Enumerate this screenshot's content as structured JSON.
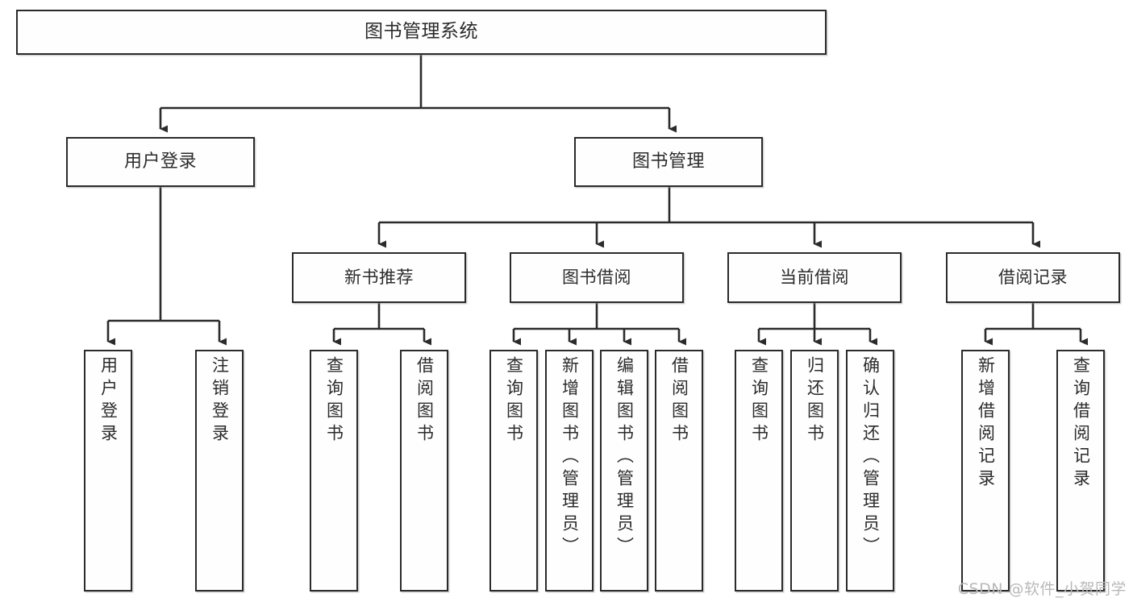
{
  "diagram": {
    "type": "tree-hierarchy",
    "title": "图书管理系统",
    "orientation": "top-down",
    "colors": {
      "box_border": "#2b2b2b",
      "box_fill": "#fefefe",
      "edge": "#2b2b2b",
      "text": "#2b2b2b",
      "watermark": "#b9b9b9"
    },
    "root": {
      "label": "图书管理系统"
    },
    "level2": [
      {
        "label": "用户登录"
      },
      {
        "label": "图书管理"
      }
    ],
    "level3": [
      {
        "label": "新书推荐"
      },
      {
        "label": "图书借阅"
      },
      {
        "label": "当前借阅"
      },
      {
        "label": "借阅记录"
      }
    ],
    "leaves": {
      "user_login": [
        {
          "label": "用户登录"
        },
        {
          "label": "注销登录"
        }
      ],
      "new_book_recommend": [
        {
          "label": "查询图书"
        },
        {
          "label": "借阅图书"
        }
      ],
      "book_borrow": [
        {
          "label": "查询图书"
        },
        {
          "label": "新增图书（管理员）"
        },
        {
          "label": "编辑图书（管理员）"
        },
        {
          "label": "借阅图书"
        }
      ],
      "current_borrow": [
        {
          "label": "查询图书"
        },
        {
          "label": "归还图书"
        },
        {
          "label": "确认归还（管理员）"
        }
      ],
      "borrow_record": [
        {
          "label": "新增借阅记录"
        },
        {
          "label": "查询借阅记录"
        }
      ]
    }
  },
  "watermark": {
    "text": "CSDN @软件_小贺同学"
  }
}
